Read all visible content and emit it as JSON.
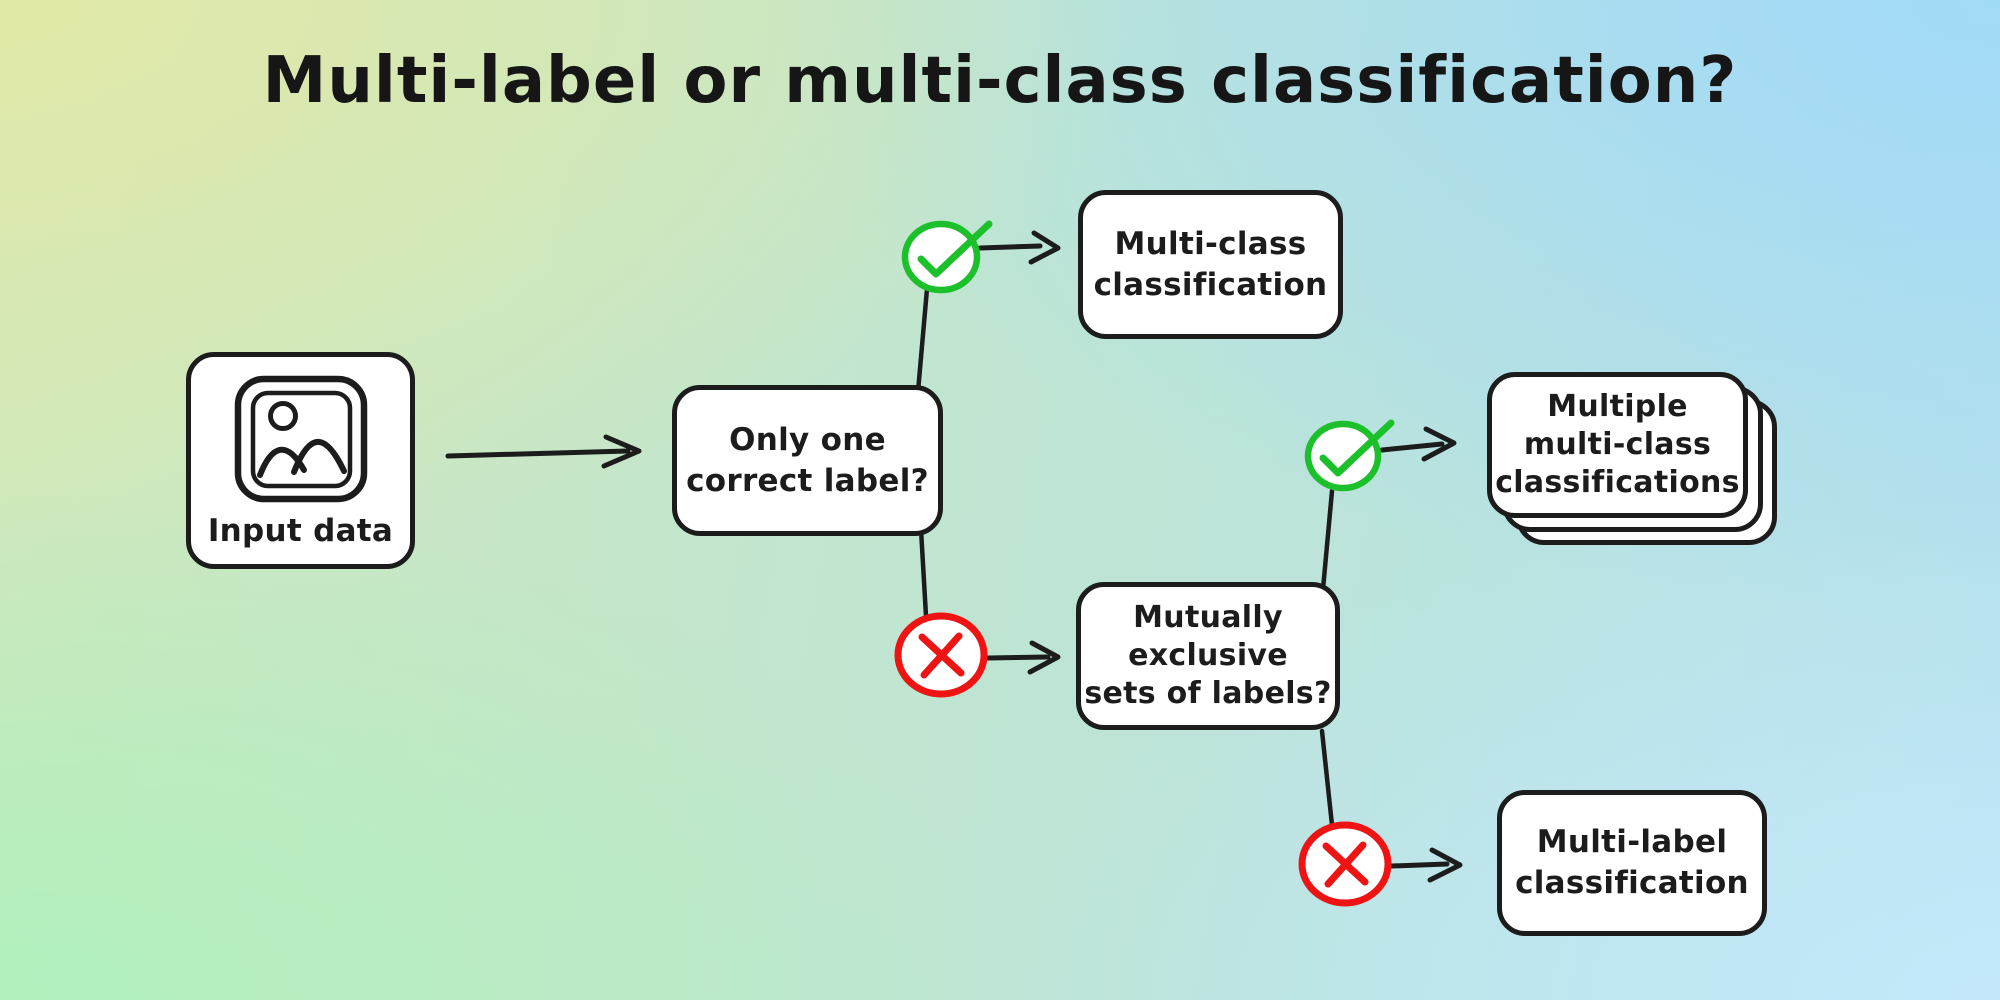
{
  "title": "Multi-label or multi-class classification?",
  "nodes": {
    "input": {
      "label": "Input data"
    },
    "only_one": {
      "label": "Only one\ncorrect label?"
    },
    "multi_class": {
      "label": "Multi-class\nclassification"
    },
    "mutually_exclusive": {
      "label": "Mutually\nexclusive\nsets of labels?"
    },
    "multiple_multi_class": {
      "label": "Multiple\nmulti-class\nclassifications"
    },
    "multi_label": {
      "label": "Multi-label\nclassification"
    }
  },
  "icons": {
    "input_icon": "image-icon",
    "yes_icon": "check-circle-icon",
    "no_icon": "cross-circle-icon"
  },
  "colors": {
    "check_green": "#1cc02a",
    "cross_red": "#ee1414",
    "stroke_black": "#1c1c1c",
    "box_fill": "#ffffff",
    "bg_top_left": "#e0e9ac",
    "bg_bottom_left": "#b5f0c3",
    "bg_top_right": "#a6dcf8",
    "bg_bottom_right": "#c7eafb"
  }
}
